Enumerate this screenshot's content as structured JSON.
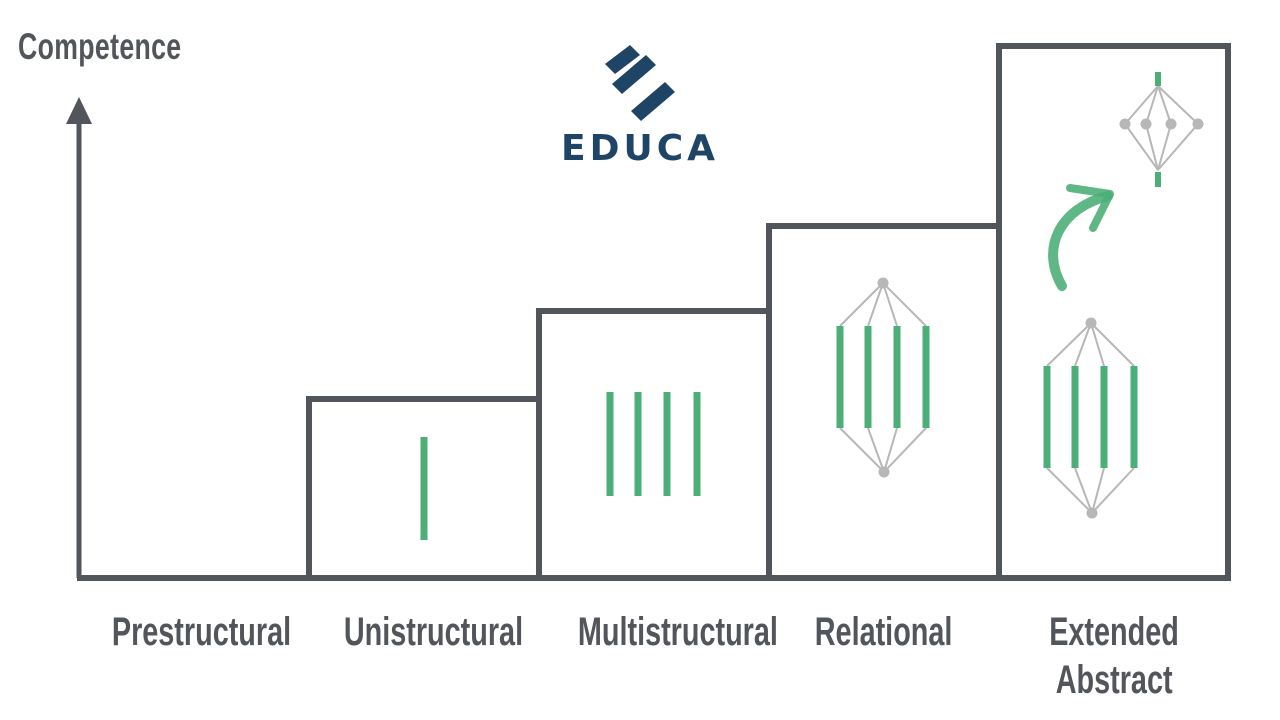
{
  "axis": {
    "y_label": "Competence"
  },
  "brand": {
    "name": "EDUCA"
  },
  "levels": [
    {
      "label": "Prestructural"
    },
    {
      "label": "Unistructural"
    },
    {
      "label": "Multistructural"
    },
    {
      "label": "Relational"
    },
    {
      "label_line1": "Extended",
      "label_line2": "Abstract"
    }
  ],
  "colors": {
    "outline": "#52565c",
    "strand": "#4caf78",
    "connector": "#b7b7b7",
    "brand": "#1e4466"
  }
}
